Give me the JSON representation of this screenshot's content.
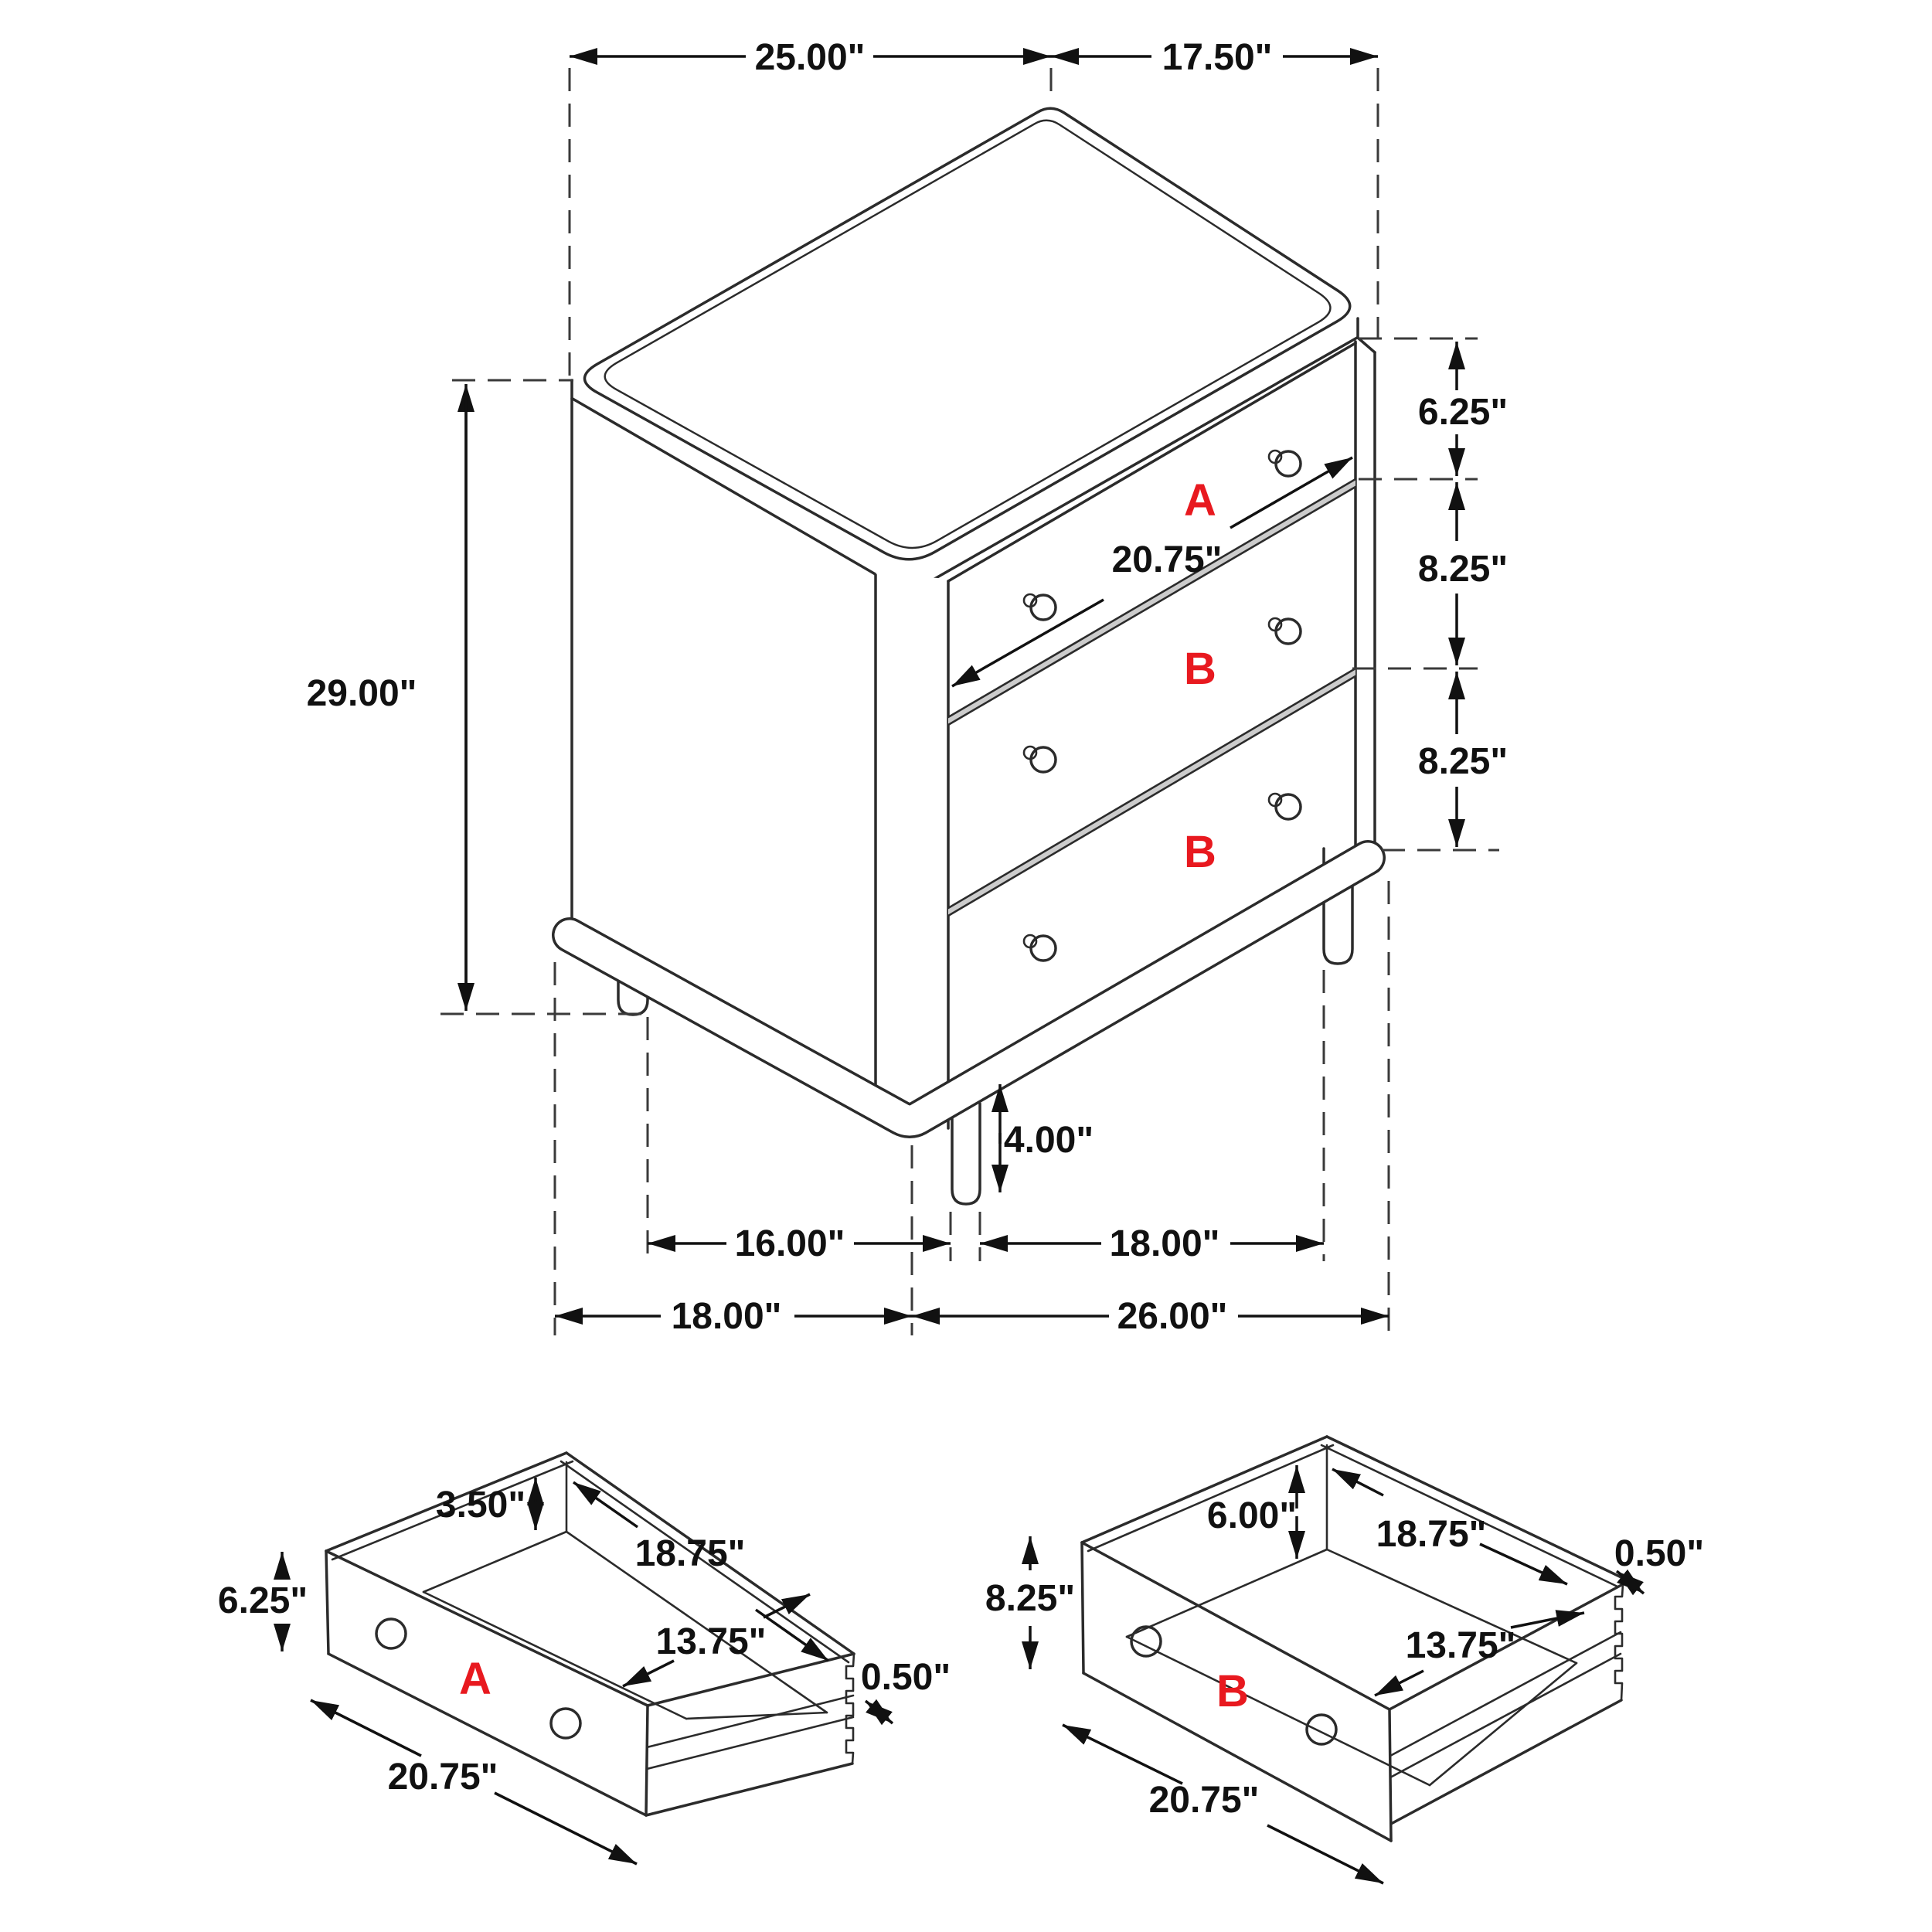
{
  "diagram": {
    "type": "furniture-dimension-diagram",
    "subject": "3-drawer chest / nightstand with drawer detail views",
    "units": "inches"
  },
  "colors": {
    "line": "#2b2b2b",
    "label": "#111111",
    "red_label": "#e8191f",
    "background": "#ffffff"
  },
  "main_view": {
    "top_width": "25.00\"",
    "top_depth": "17.50\"",
    "overall_height": "29.00\"",
    "drawer_a_height": "6.25\"",
    "drawer_b1_height": "8.25\"",
    "drawer_b2_height": "8.25\"",
    "drawer_front_width": "20.75\"",
    "leg_height": "4.00\"",
    "leg_span_left": "16.00\"",
    "leg_span_right": "18.00\"",
    "base_depth": "18.00\"",
    "base_width": "26.00\"",
    "drawer_labels": {
      "a": "A",
      "b1": "B",
      "b2": "B"
    }
  },
  "drawer_a_detail": {
    "label": "A",
    "back_wall_height": "3.50\"",
    "interior_length": "18.75\"",
    "wall_thickness": "0.50\"",
    "front_height": "6.25\"",
    "interior_depth": "13.75\"",
    "front_width": "20.75\""
  },
  "drawer_b_detail": {
    "label": "B",
    "back_wall_height": "6.00\"",
    "interior_length": "18.75\"",
    "wall_thickness": "0.50\"",
    "front_height": "8.25\"",
    "interior_depth": "13.75\"",
    "front_width": "20.75\""
  }
}
